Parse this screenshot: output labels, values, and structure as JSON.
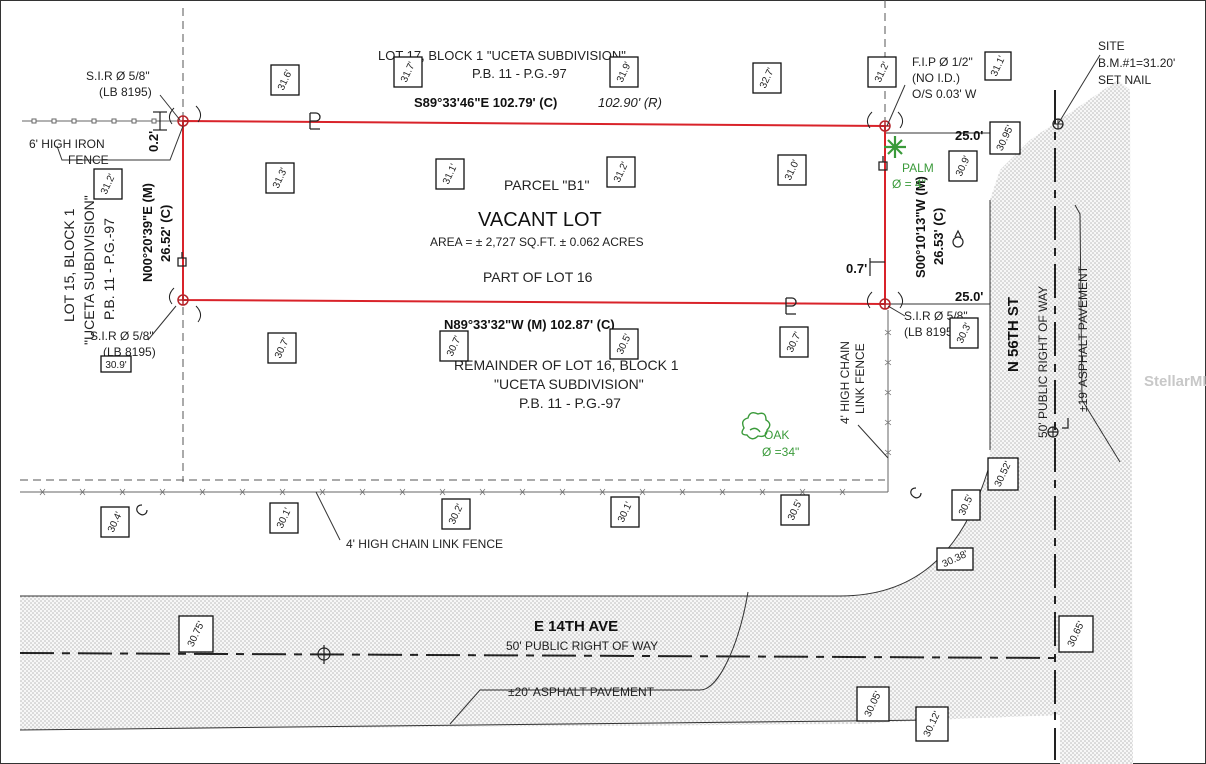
{
  "labels": {
    "lot17_line1": "LOT 17, BLOCK 1  \"UCETA SUBDIVISION\"",
    "lot17_line2": "P.B. 11 - P.G.-97",
    "north_bearing_calc": "S89°33'46\"E  102.79' (C)",
    "north_bearing_record": "102.90' (R)",
    "parcel_name": "PARCEL \"B1\"",
    "vacant_lot": "VACANT LOT",
    "area": "AREA =  ± 2,727 SQ.FT.  ± 0.062 ACRES",
    "part_of_lot": "PART OF LOT 16",
    "south_bearing": "N89°33'32\"W (M) 102.87' (C)",
    "remainder_line1": "REMAINDER OF LOT 16, BLOCK 1",
    "remainder_line2": "\"UCETA SUBDIVISION\"",
    "remainder_line3": "P.B. 11 - P.G.-97",
    "west_bearing": "N00°20'39\"E (M)",
    "west_distance": "26.52' (C)",
    "east_bearing": "S00°10'13\"W (M)",
    "east_distance": "26.53' (C)",
    "lot15_line1": "LOT 15, BLOCK 1",
    "lot15_line2": "\"UCETA SUBDIVISION\"",
    "lot15_line3": "P.B. 11 - P.G.-97",
    "sir_nw_line1": "S.I.R Ø 5/8\"",
    "sir_nw_line2": "(LB 8195)",
    "sir_sw_line1": "S.I.R Ø 5/8\"",
    "sir_sw_line2": "(LB 8195)",
    "sir_se_line1": "S.I.R Ø 5/8\"",
    "sir_se_line2": "(LB 8195)",
    "fip_line1": "F.I.P Ø 1/2\"",
    "fip_line2": "(NO I.D.)",
    "fip_line3": "O/S 0.03' W",
    "site_bm_line1": "SITE",
    "site_bm_line2": "B.M.#1=31.20'",
    "site_bm_line3": "SET NAIL",
    "iron_fence_line1": "6' HIGH IRON",
    "iron_fence_line2": "FENCE",
    "offset_nw": "0.2'",
    "offset_se": "0.7'",
    "setback_north": "25.0'",
    "setback_south": "25.0'",
    "chain_fence_east_line1": "4' HIGH CHAIN",
    "chain_fence_east_line2": "LINK FENCE",
    "chain_fence_south": "4' HIGH CHAIN LINK FENCE",
    "palm_label": "PALM",
    "palm_dia": "Ø = 4\"",
    "oak_label": "OAK",
    "oak_dia": "Ø =34\"",
    "n56_name": "N 56TH ST",
    "n56_row": "50' PUBLIC RIGHT OF WAY",
    "n56_pavement": "±19' ASPHALT PAVEMENT",
    "e14_name": "E 14TH AVE",
    "e14_row": "50' PUBLIC RIGHT OF WAY",
    "e14_pavement": "±20' ASPHALT PAVEMENT",
    "watermark": "StellarMLS"
  },
  "elevations": [
    {
      "id": "e1",
      "value": "31.6'"
    },
    {
      "id": "e2",
      "value": "31.7'"
    },
    {
      "id": "e3",
      "value": "31.9'"
    },
    {
      "id": "e4",
      "value": "32.7'"
    },
    {
      "id": "e5",
      "value": "31.2'"
    },
    {
      "id": "e6",
      "value": "31.1'"
    },
    {
      "id": "e7",
      "value": "31.3'"
    },
    {
      "id": "e8",
      "value": "31.1'"
    },
    {
      "id": "e9",
      "value": "31.2'"
    },
    {
      "id": "e10",
      "value": "31.0'"
    },
    {
      "id": "e11",
      "value": "30.95'"
    },
    {
      "id": "e12",
      "value": "30.9'"
    },
    {
      "id": "e13",
      "value": "31.2'"
    },
    {
      "id": "e14",
      "value": "30.9'"
    },
    {
      "id": "e15",
      "value": "30.7'"
    },
    {
      "id": "e16",
      "value": "30.7'"
    },
    {
      "id": "e17",
      "value": "30.5'"
    },
    {
      "id": "e18",
      "value": "30.7'"
    },
    {
      "id": "e19",
      "value": "30.3'"
    },
    {
      "id": "e20",
      "value": "30.52'"
    },
    {
      "id": "e21",
      "value": "30.4'"
    },
    {
      "id": "e22",
      "value": "30.1'"
    },
    {
      "id": "e23",
      "value": "30.2'"
    },
    {
      "id": "e24",
      "value": "30.1'"
    },
    {
      "id": "e25",
      "value": "30.5'"
    },
    {
      "id": "e26",
      "value": "30.5'"
    },
    {
      "id": "e27",
      "value": "30.38'"
    },
    {
      "id": "e28",
      "value": "30.75'"
    },
    {
      "id": "e29",
      "value": "30.65'"
    },
    {
      "id": "e30",
      "value": "30.05'"
    },
    {
      "id": "e31",
      "value": "30.12'"
    }
  ],
  "colors": {
    "boundary": "#d9232a",
    "tree": "#3a9a3a",
    "pavement_dots": "#b5b5b5"
  }
}
